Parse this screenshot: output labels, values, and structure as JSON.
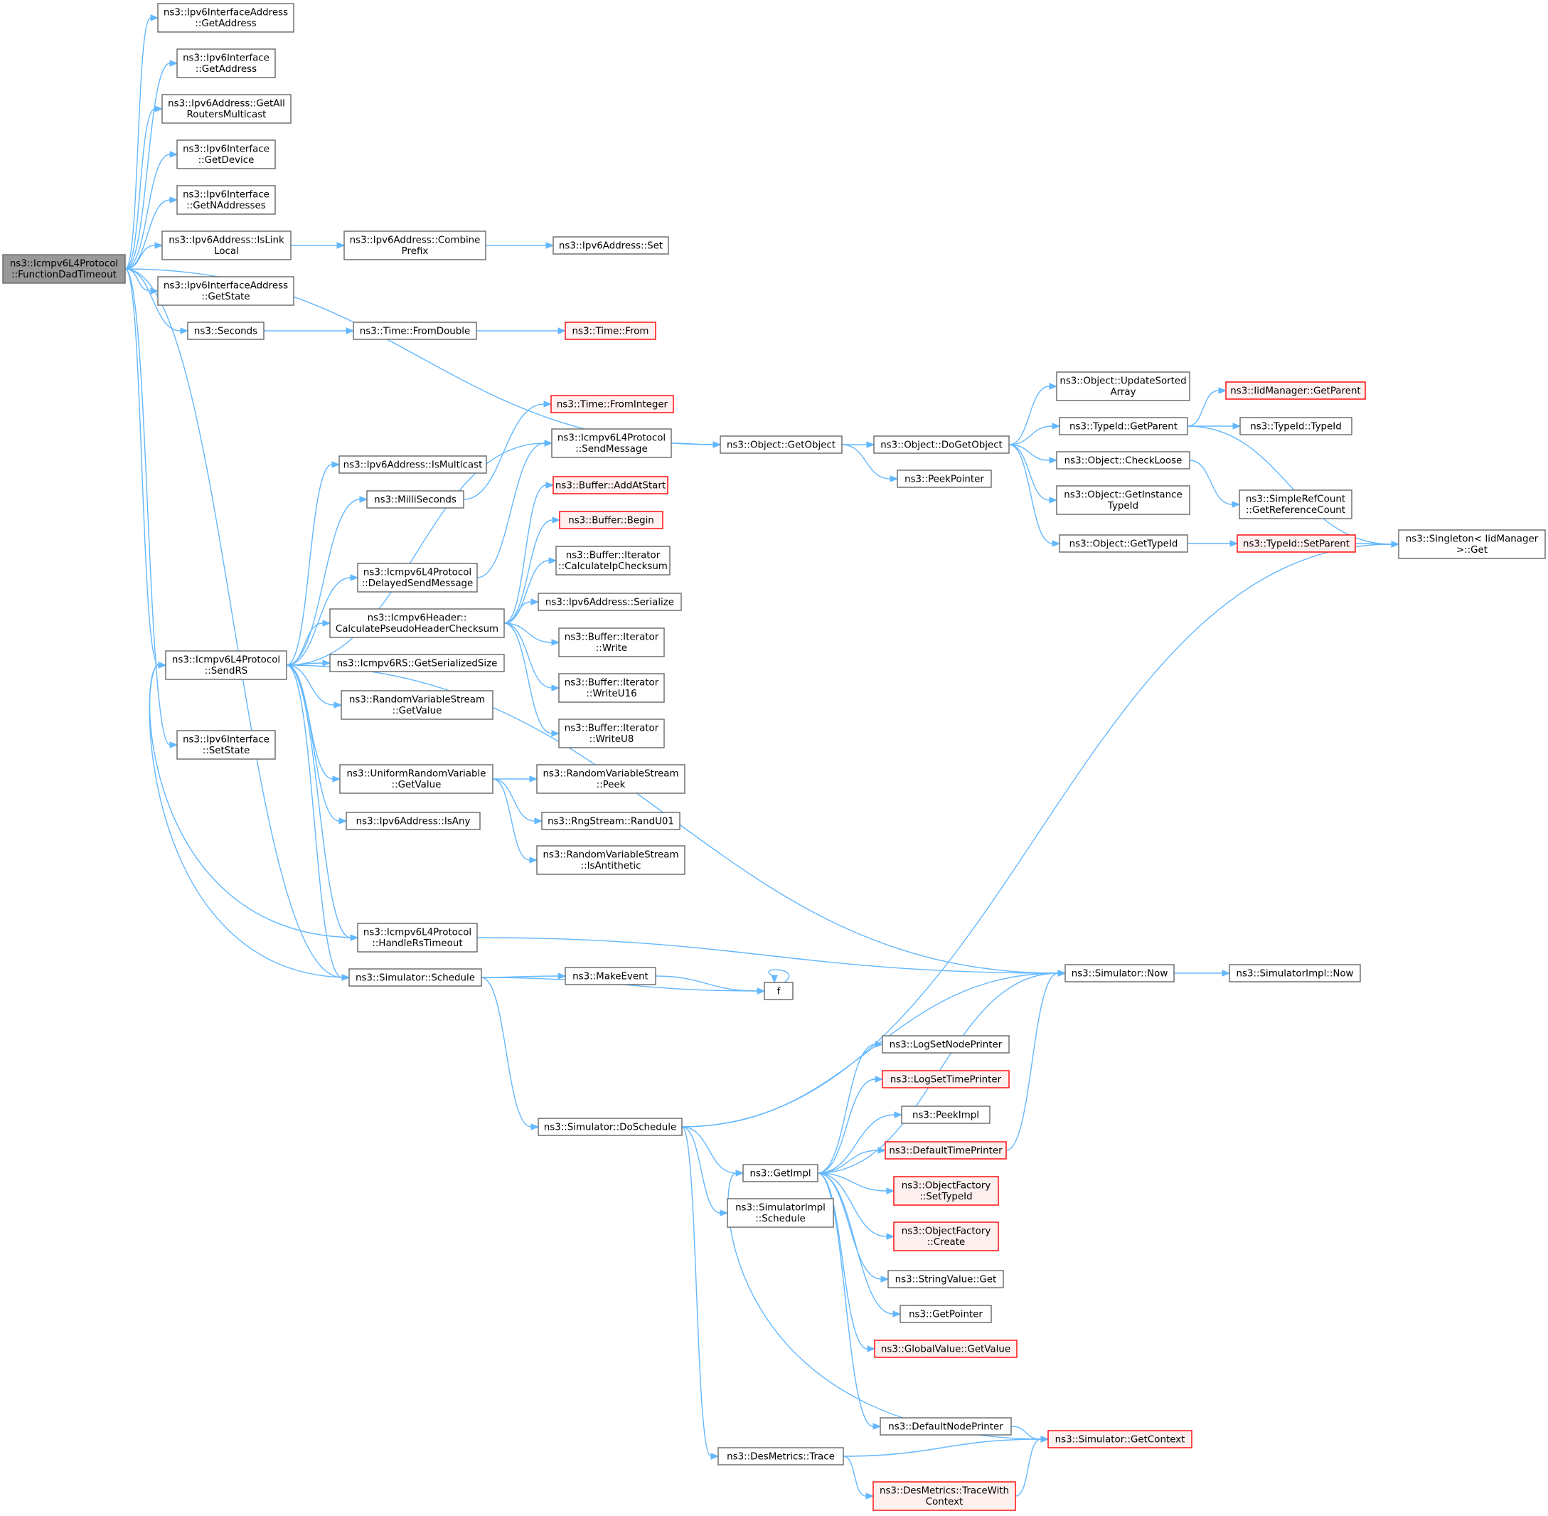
{
  "colors": {
    "root_fill": "#999999",
    "root_stroke": "#666666",
    "node_fill": "#ffffff",
    "node_stroke": "#666666",
    "trunc_fill": "#fff0f0",
    "trunc_stroke": "#ff0000",
    "edge": "#63b8ff"
  },
  "nodes": [
    {
      "id": "n0",
      "lines": [
        "ns3::Icmpv6L4Protocol",
        "::FunctionDadTimeout"
      ],
      "kind": "root"
    },
    {
      "id": "n1",
      "lines": [
        "ns3::Ipv6InterfaceAddress",
        "::GetAddress"
      ],
      "kind": "normal"
    },
    {
      "id": "n2",
      "lines": [
        "ns3::Ipv6Interface",
        "::GetAddress"
      ],
      "kind": "normal"
    },
    {
      "id": "n3",
      "lines": [
        "ns3::Ipv6Address::GetAll",
        "RoutersMulticast"
      ],
      "kind": "normal"
    },
    {
      "id": "n4",
      "lines": [
        "ns3::Ipv6Interface",
        "::GetDevice"
      ],
      "kind": "normal"
    },
    {
      "id": "n5",
      "lines": [
        "ns3::Ipv6Interface",
        "::GetNAddresses"
      ],
      "kind": "normal"
    },
    {
      "id": "n6",
      "lines": [
        "ns3::Ipv6Address::IsLink",
        "Local"
      ],
      "kind": "normal"
    },
    {
      "id": "n7",
      "lines": [
        "ns3::Ipv6InterfaceAddress",
        "::GetState"
      ],
      "kind": "normal"
    },
    {
      "id": "n8",
      "lines": [
        "ns3::Seconds"
      ],
      "kind": "normal"
    },
    {
      "id": "n9",
      "lines": [
        "ns3::Icmpv6L4Protocol",
        "::SendRS"
      ],
      "kind": "normal"
    },
    {
      "id": "n10",
      "lines": [
        "ns3::Ipv6Interface",
        "::SetState"
      ],
      "kind": "normal"
    },
    {
      "id": "n11",
      "lines": [
        "ns3::Ipv6Address::Combine",
        "Prefix"
      ],
      "kind": "normal"
    },
    {
      "id": "n12",
      "lines": [
        "ns3::Ipv6Address::Set"
      ],
      "kind": "normal"
    },
    {
      "id": "n13",
      "lines": [
        "ns3::Time::FromDouble"
      ],
      "kind": "normal"
    },
    {
      "id": "n14",
      "lines": [
        "ns3::Time::From"
      ],
      "kind": "truncated"
    },
    {
      "id": "n15",
      "lines": [
        "ns3::Object::GetObject"
      ],
      "kind": "normal"
    },
    {
      "id": "n16",
      "lines": [
        "ns3::Object::DoGetObject"
      ],
      "kind": "normal"
    },
    {
      "id": "n17",
      "lines": [
        "ns3::PeekPointer"
      ],
      "kind": "normal"
    },
    {
      "id": "n18",
      "lines": [
        "ns3::Object::UpdateSorted",
        "Array"
      ],
      "kind": "normal"
    },
    {
      "id": "n19",
      "lines": [
        "ns3::TypeId::GetParent"
      ],
      "kind": "normal"
    },
    {
      "id": "n20",
      "lines": [
        "ns3::Object::CheckLoose"
      ],
      "kind": "normal"
    },
    {
      "id": "n21",
      "lines": [
        "ns3::Object::GetInstance",
        "TypeId"
      ],
      "kind": "normal"
    },
    {
      "id": "n22",
      "lines": [
        "ns3::Object::GetTypeId"
      ],
      "kind": "normal"
    },
    {
      "id": "n23",
      "lines": [
        "ns3::IidManager::GetParent"
      ],
      "kind": "truncated"
    },
    {
      "id": "n24",
      "lines": [
        "ns3::TypeId::TypeId"
      ],
      "kind": "normal"
    },
    {
      "id": "n25",
      "lines": [
        "ns3::SimpleRefCount",
        "::GetReferenceCount"
      ],
      "kind": "normal"
    },
    {
      "id": "n26",
      "lines": [
        "ns3::TypeId::SetParent"
      ],
      "kind": "truncated"
    },
    {
      "id": "n27",
      "lines": [
        "ns3::Singleton< IidManager",
        " >::Get"
      ],
      "kind": "normal"
    },
    {
      "id": "n28",
      "lines": [
        "ns3::Time::FromInteger"
      ],
      "kind": "truncated"
    },
    {
      "id": "n29",
      "lines": [
        "ns3::Ipv6Address::IsMulticast"
      ],
      "kind": "normal"
    },
    {
      "id": "n30",
      "lines": [
        "ns3::MilliSeconds"
      ],
      "kind": "normal"
    },
    {
      "id": "n31",
      "lines": [
        "ns3::Icmpv6L4Protocol",
        "::SendMessage"
      ],
      "kind": "normal"
    },
    {
      "id": "n32",
      "lines": [
        "ns3::Icmpv6L4Protocol",
        "::DelayedSendMessage"
      ],
      "kind": "normal"
    },
    {
      "id": "n33",
      "lines": [
        "ns3::Icmpv6Header::",
        "CalculatePseudoHeaderChecksum"
      ],
      "kind": "normal"
    },
    {
      "id": "n34",
      "lines": [
        "ns3::Icmpv6RS::GetSerializedSize"
      ],
      "kind": "normal"
    },
    {
      "id": "n35",
      "lines": [
        "ns3::RandomVariableStream",
        "::GetValue"
      ],
      "kind": "normal"
    },
    {
      "id": "n36",
      "lines": [
        "ns3::UniformRandomVariable",
        "::GetValue"
      ],
      "kind": "normal"
    },
    {
      "id": "n37",
      "lines": [
        "ns3::Ipv6Address::IsAny"
      ],
      "kind": "normal"
    },
    {
      "id": "n38",
      "lines": [
        "ns3::Icmpv6L4Protocol",
        "::HandleRsTimeout"
      ],
      "kind": "normal"
    },
    {
      "id": "n39",
      "lines": [
        "ns3::Simulator::Schedule"
      ],
      "kind": "normal"
    },
    {
      "id": "n40",
      "lines": [
        "ns3::Buffer::AddAtStart"
      ],
      "kind": "truncated"
    },
    {
      "id": "n41",
      "lines": [
        "ns3::Buffer::Begin"
      ],
      "kind": "truncated"
    },
    {
      "id": "n42",
      "lines": [
        "ns3::Buffer::Iterator",
        "::CalculateIpChecksum"
      ],
      "kind": "normal"
    },
    {
      "id": "n43",
      "lines": [
        "ns3::Ipv6Address::Serialize"
      ],
      "kind": "normal"
    },
    {
      "id": "n44",
      "lines": [
        "ns3::Buffer::Iterator",
        "::Write"
      ],
      "kind": "normal"
    },
    {
      "id": "n45",
      "lines": [
        "ns3::Buffer::Iterator",
        "::WriteU16"
      ],
      "kind": "normal"
    },
    {
      "id": "n46",
      "lines": [
        "ns3::Buffer::Iterator",
        "::WriteU8"
      ],
      "kind": "normal"
    },
    {
      "id": "n47",
      "lines": [
        "ns3::RandomVariableStream",
        "::Peek"
      ],
      "kind": "normal"
    },
    {
      "id": "n48",
      "lines": [
        "ns3::RngStream::RandU01"
      ],
      "kind": "normal"
    },
    {
      "id": "n49",
      "lines": [
        "ns3::RandomVariableStream",
        "::IsAntithetic"
      ],
      "kind": "normal"
    },
    {
      "id": "n50",
      "lines": [
        "ns3::Simulator::Now"
      ],
      "kind": "normal"
    },
    {
      "id": "n51",
      "lines": [
        "ns3::SimulatorImpl::Now"
      ],
      "kind": "normal"
    },
    {
      "id": "n52",
      "lines": [
        "ns3::MakeEvent"
      ],
      "kind": "normal"
    },
    {
      "id": "n53",
      "lines": [
        "f"
      ],
      "kind": "normal"
    },
    {
      "id": "n54",
      "lines": [
        "ns3::Simulator::DoSchedule"
      ],
      "kind": "normal"
    },
    {
      "id": "n55",
      "lines": [
        "ns3::GetImpl"
      ],
      "kind": "normal"
    },
    {
      "id": "n56",
      "lines": [
        "ns3::SimulatorImpl",
        "::Schedule"
      ],
      "kind": "normal"
    },
    {
      "id": "n57",
      "lines": [
        "ns3::DesMetrics::Trace"
      ],
      "kind": "normal"
    },
    {
      "id": "n58",
      "lines": [
        "ns3::LogSetNodePrinter"
      ],
      "kind": "normal"
    },
    {
      "id": "n59",
      "lines": [
        "ns3::LogSetTimePrinter"
      ],
      "kind": "truncated"
    },
    {
      "id": "n60",
      "lines": [
        "ns3::PeekImpl"
      ],
      "kind": "normal"
    },
    {
      "id": "n61",
      "lines": [
        "ns3::DefaultTimePrinter"
      ],
      "kind": "truncated"
    },
    {
      "id": "n62",
      "lines": [
        "ns3::ObjectFactory",
        "::SetTypeId"
      ],
      "kind": "truncated"
    },
    {
      "id": "n63",
      "lines": [
        "ns3::ObjectFactory",
        "::Create"
      ],
      "kind": "truncated"
    },
    {
      "id": "n64",
      "lines": [
        "ns3::StringValue::Get"
      ],
      "kind": "normal"
    },
    {
      "id": "n65",
      "lines": [
        "ns3::GetPointer"
      ],
      "kind": "normal"
    },
    {
      "id": "n66",
      "lines": [
        "ns3::GlobalValue::GetValue"
      ],
      "kind": "truncated"
    },
    {
      "id": "n67",
      "lines": [
        "ns3::DefaultNodePrinter"
      ],
      "kind": "normal"
    },
    {
      "id": "n68",
      "lines": [
        "ns3::Simulator::GetContext"
      ],
      "kind": "truncated"
    },
    {
      "id": "n69",
      "lines": [
        "ns3::DesMetrics::TraceWith",
        "Context"
      ],
      "kind": "truncated"
    }
  ],
  "edges": [
    [
      "n0",
      "n1"
    ],
    [
      "n0",
      "n2"
    ],
    [
      "n0",
      "n3"
    ],
    [
      "n0",
      "n4"
    ],
    [
      "n0",
      "n5"
    ],
    [
      "n0",
      "n6"
    ],
    [
      "n0",
      "n7"
    ],
    [
      "n0",
      "n8"
    ],
    [
      "n0",
      "n15"
    ],
    [
      "n0",
      "n9"
    ],
    [
      "n0",
      "n10"
    ],
    [
      "n0",
      "n39"
    ],
    [
      "n6",
      "n11"
    ],
    [
      "n11",
      "n12"
    ],
    [
      "n8",
      "n13"
    ],
    [
      "n13",
      "n14"
    ],
    [
      "n15",
      "n16"
    ],
    [
      "n15",
      "n17"
    ],
    [
      "n16",
      "n18"
    ],
    [
      "n16",
      "n19"
    ],
    [
      "n16",
      "n20"
    ],
    [
      "n16",
      "n21"
    ],
    [
      "n16",
      "n22"
    ],
    [
      "n19",
      "n23"
    ],
    [
      "n19",
      "n24"
    ],
    [
      "n19",
      "n27"
    ],
    [
      "n20",
      "n25"
    ],
    [
      "n22",
      "n26"
    ],
    [
      "n26",
      "n27"
    ],
    [
      "n9",
      "n29"
    ],
    [
      "n9",
      "n30"
    ],
    [
      "n9",
      "n31"
    ],
    [
      "n9",
      "n32"
    ],
    [
      "n9",
      "n33"
    ],
    [
      "n9",
      "n34"
    ],
    [
      "n9",
      "n35"
    ],
    [
      "n9",
      "n36"
    ],
    [
      "n9",
      "n37"
    ],
    [
      "n9",
      "n50"
    ],
    [
      "n9",
      "n38"
    ],
    [
      "n9",
      "n39"
    ],
    [
      "n30",
      "n28"
    ],
    [
      "n31",
      "n15"
    ],
    [
      "n32",
      "n31"
    ],
    [
      "n33",
      "n40"
    ],
    [
      "n33",
      "n41"
    ],
    [
      "n33",
      "n42"
    ],
    [
      "n33",
      "n43"
    ],
    [
      "n33",
      "n44"
    ],
    [
      "n33",
      "n45"
    ],
    [
      "n33",
      "n46"
    ],
    [
      "n36",
      "n47"
    ],
    [
      "n36",
      "n48"
    ],
    [
      "n36",
      "n49"
    ],
    [
      "n38",
      "n50"
    ],
    [
      "n38",
      "n9"
    ],
    [
      "n39",
      "n52"
    ],
    [
      "n39",
      "n53"
    ],
    [
      "n39",
      "n54"
    ],
    [
      "n39",
      "n9"
    ],
    [
      "n52",
      "n53"
    ],
    [
      "n53",
      "n53"
    ],
    [
      "n50",
      "n51"
    ],
    [
      "n54",
      "n27"
    ],
    [
      "n54",
      "n50"
    ],
    [
      "n54",
      "n55"
    ],
    [
      "n54",
      "n56"
    ],
    [
      "n54",
      "n57"
    ],
    [
      "n55",
      "n50"
    ],
    [
      "n55",
      "n58"
    ],
    [
      "n55",
      "n59"
    ],
    [
      "n55",
      "n60"
    ],
    [
      "n55",
      "n61"
    ],
    [
      "n55",
      "n62"
    ],
    [
      "n55",
      "n63"
    ],
    [
      "n55",
      "n64"
    ],
    [
      "n55",
      "n65"
    ],
    [
      "n55",
      "n66"
    ],
    [
      "n55",
      "n67"
    ],
    [
      "n61",
      "n50"
    ],
    [
      "n68",
      "n55"
    ],
    [
      "n67",
      "n68"
    ],
    [
      "n57",
      "n68"
    ],
    [
      "n57",
      "n69"
    ],
    [
      "n69",
      "n68"
    ]
  ]
}
